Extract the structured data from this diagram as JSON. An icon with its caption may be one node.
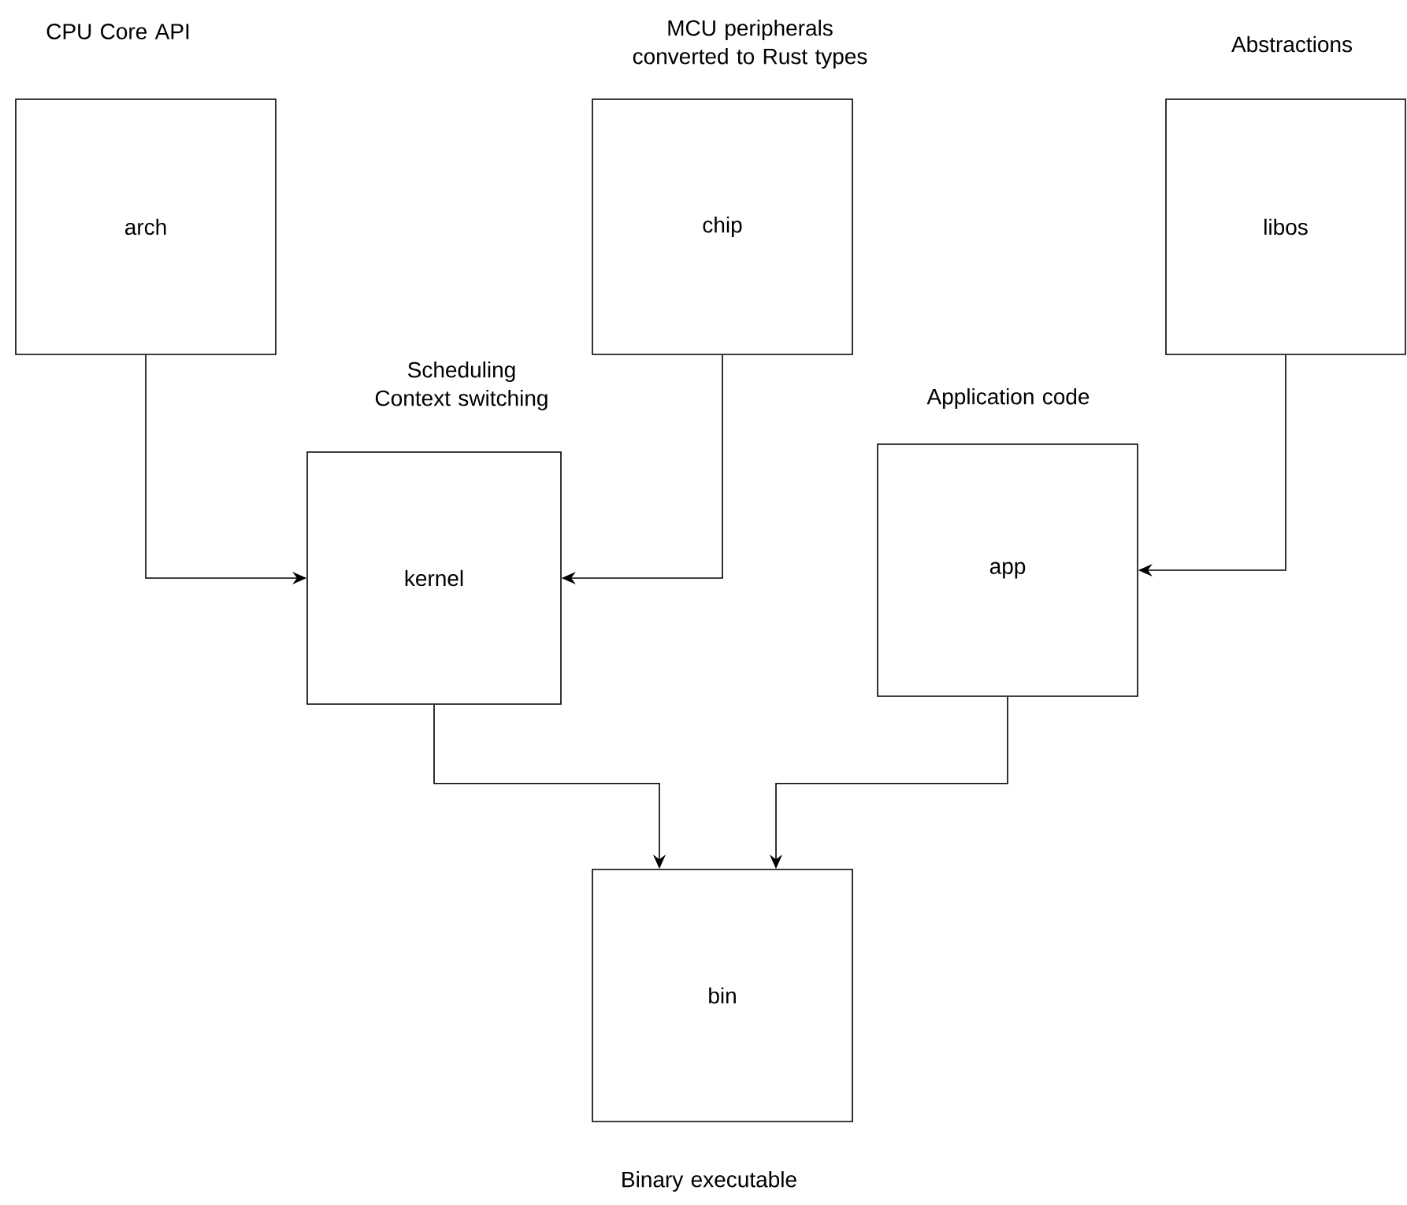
{
  "diagram": {
    "nodes": [
      {
        "text": [
          "CPU Core API",
          "arch"
        ]
      },
      {
        "text": [
          "MCU peripherals converted to Rust types",
          "chip"
        ]
      },
      {
        "text": [
          "Abstractions",
          "libos"
        ]
      },
      {
        "text": [
          "Scheduling Context switching",
          "kernel"
        ]
      },
      {
        "text": [
          "Application code",
          "app"
        ]
      },
      {
        "text": [
          "bin",
          "Binary executable"
        ]
      }
    ],
    "edges": [
      {
        "from": 0,
        "to": 3,
        "arrow": "to"
      },
      {
        "from": 1,
        "to": 3,
        "arrow": "to"
      },
      {
        "from": 2,
        "to": 4,
        "arrow": "to"
      },
      {
        "from": 3,
        "to": 5,
        "arrow": "to"
      },
      {
        "from": 4,
        "to": 5,
        "arrow": "to"
      }
    ]
  }
}
